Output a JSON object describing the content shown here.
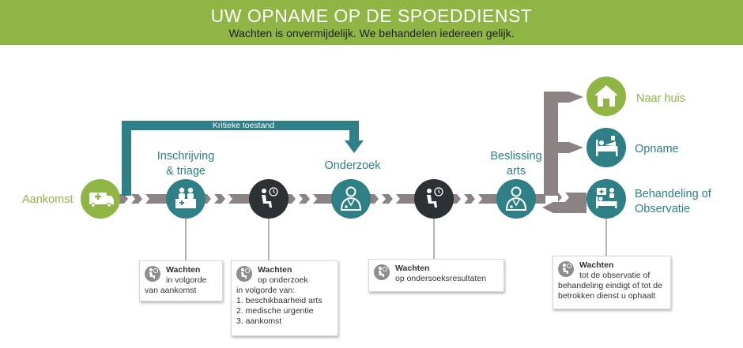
{
  "header": {
    "title": "UW OPNAME OP DE SPOEDDIENST",
    "subtitle": "Wachten is onvermijdelijk. We behandelen iedereen gelijk."
  },
  "colors": {
    "green": "#8fb545",
    "teal": "#2e7f86",
    "dark": "#2b3135",
    "arrow_gray": "#8b8284",
    "note_icon_gray": "#8e8e8e"
  },
  "flow": {
    "aankomst": "Aankomst",
    "kritieke": "Kritieke toestand",
    "inschrijving": [
      "Inschrijving",
      "& triage"
    ],
    "onderzoek": "Onderzoek",
    "beslissing": [
      "Beslissing",
      "arts"
    ],
    "naar_huis": "Naar huis",
    "opname": "Opname",
    "behandeling": [
      "Behandeling of",
      "Observatie"
    ]
  },
  "icons": {
    "aankomst": "ambulance-icon",
    "inschrijving": "reception-desk-icon",
    "wait1": "waiting-clock-icon",
    "onderzoek": "doctor-icon",
    "wait2": "waiting-clock-icon",
    "beslissing": "doctor-icon",
    "naar_huis": "home-icon",
    "opname": "hospital-bed-icon",
    "behandeling": "treatment-bed-icon"
  },
  "notes": {
    "note1": {
      "title": "Wachten",
      "lines": [
        "in volgorde",
        "van aankomst"
      ]
    },
    "note2": {
      "title": "Wachten",
      "lines": [
        "op onderzoek",
        "in volgorde van:",
        "1. beschikbaarheid arts",
        "2. medische urgentie",
        "3. aankomst"
      ]
    },
    "note3": {
      "title": "Wachten",
      "lines": [
        "op ondersoeksresultaten"
      ]
    },
    "note4": {
      "title": "Wachten",
      "lines": [
        "tot de observatie of",
        "behandeling eindigt of tot de",
        "betrokken dienst u ophaalt"
      ]
    }
  }
}
